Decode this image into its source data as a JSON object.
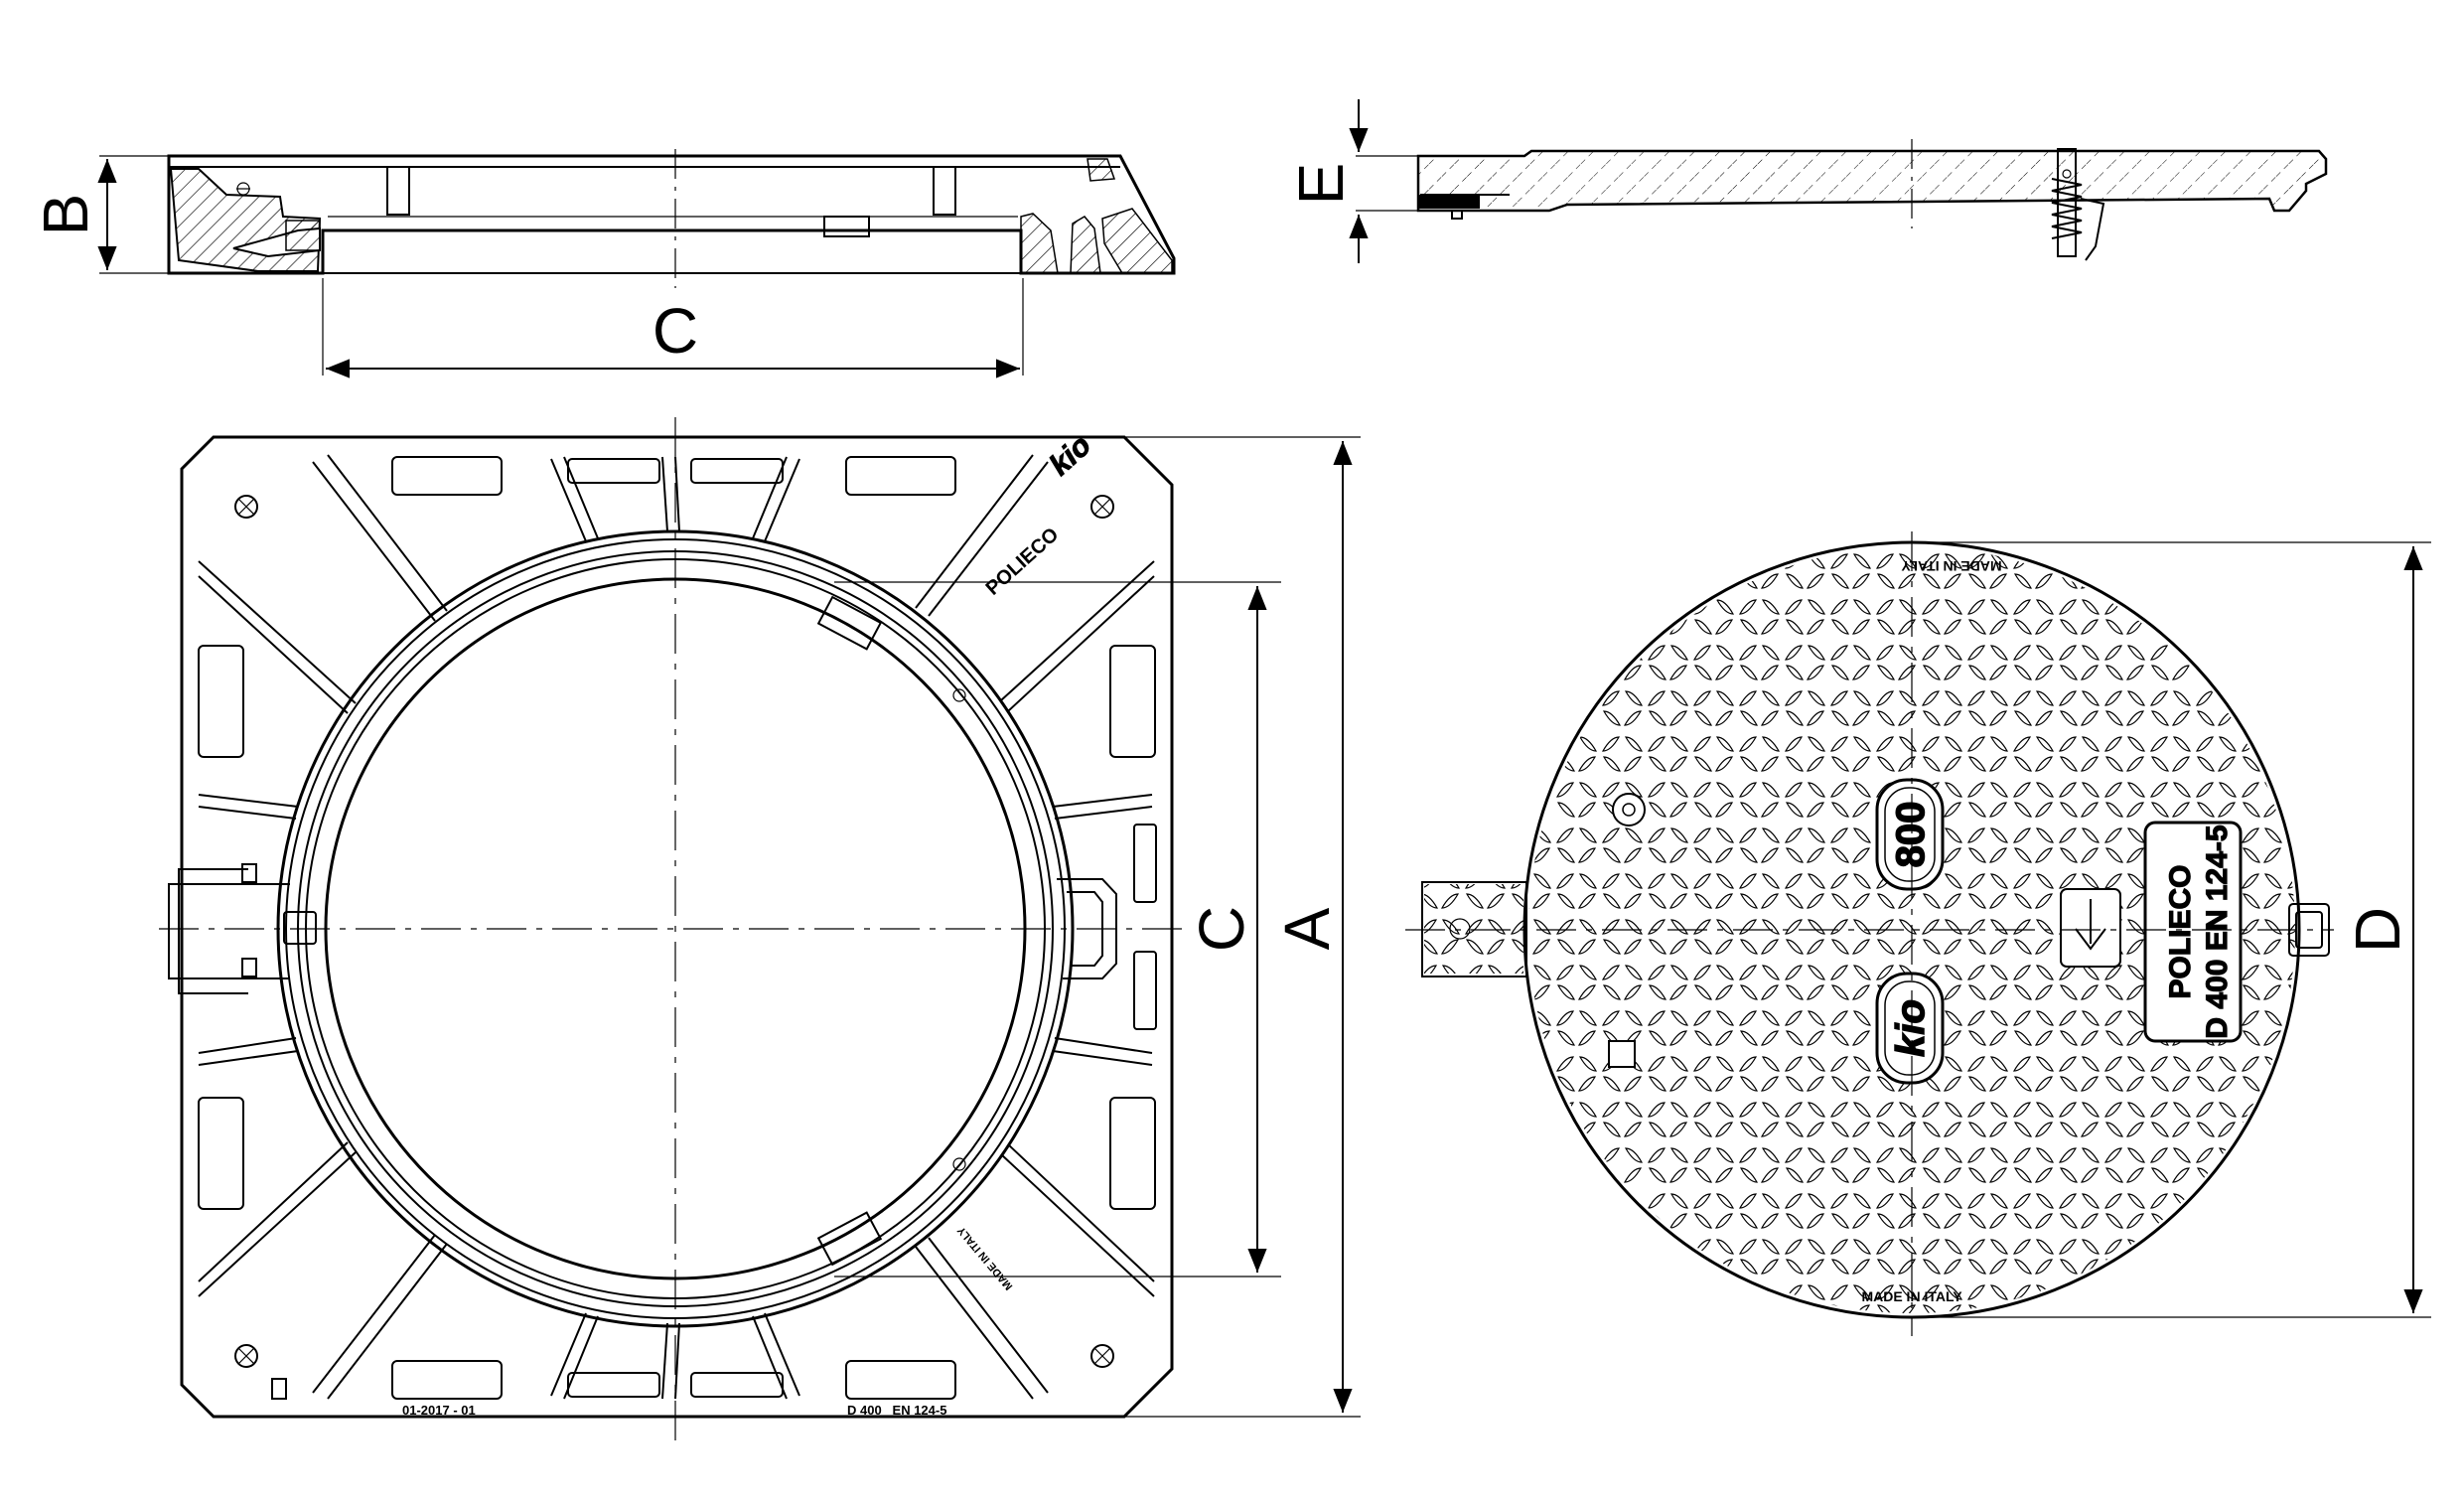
{
  "labels": {
    "dim_b": "B",
    "dim_c_top": "C",
    "dim_e": "E",
    "dim_c_plan": "C",
    "dim_a": "A",
    "dim_d": "D"
  },
  "frame_markings": {
    "brand": "POLIECO",
    "made_in": "MADE IN ITALY",
    "date_code": "01-2017 - 01",
    "class_norm": "D 400   EN 124-5"
  },
  "cover_markings": {
    "made_in_top": "MADE IN ITALY",
    "made_in_bottom": "MADE IN ITALY",
    "size": "800",
    "brand": "POLIECO",
    "class_norm": "D 400 EN 124-5"
  },
  "colors": {
    "line": "#000000",
    "background": "#ffffff"
  }
}
